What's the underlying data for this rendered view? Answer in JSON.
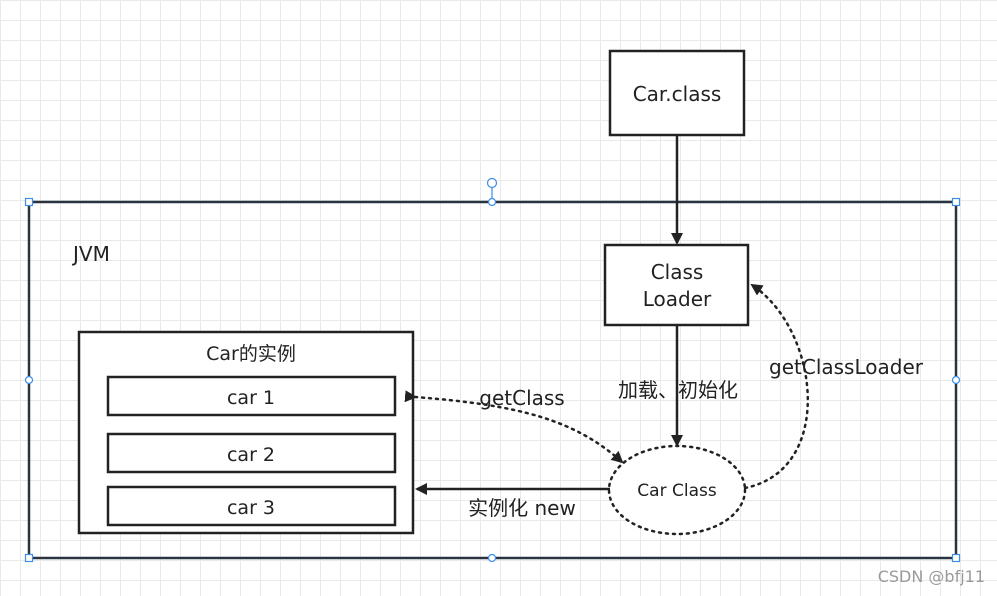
{
  "nodes": {
    "car_class_file": "Car.class",
    "jvm": "JVM",
    "class_loader_line1": "Class",
    "class_loader_line2": "Loader",
    "instances_title": "Car的实例",
    "car1": "car 1",
    "car2": "car 2",
    "car3": "car 3",
    "car_class": "Car Class"
  },
  "edges": {
    "load_init": "加载、初始化",
    "get_class": "getClass",
    "get_class_loader": "getClassLoader",
    "instantiate": "实例化 new"
  },
  "watermark": "CSDN @bfj11"
}
